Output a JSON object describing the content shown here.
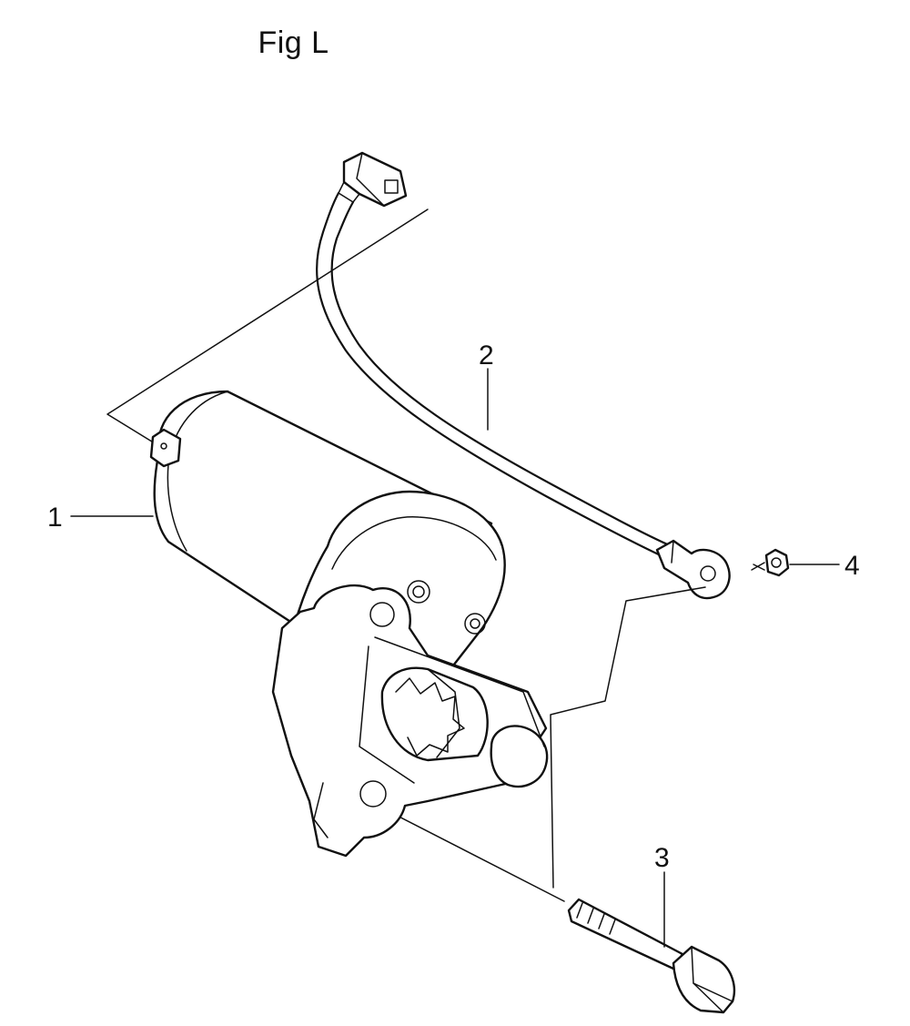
{
  "figure": {
    "title": "Fig L"
  },
  "callouts": [
    {
      "id": "1",
      "label": "1",
      "part": "starter-motor"
    },
    {
      "id": "2",
      "label": "2",
      "part": "starter-cable"
    },
    {
      "id": "3",
      "label": "3",
      "part": "mounting-bolt"
    },
    {
      "id": "4",
      "label": "4",
      "part": "terminal-nut"
    }
  ]
}
